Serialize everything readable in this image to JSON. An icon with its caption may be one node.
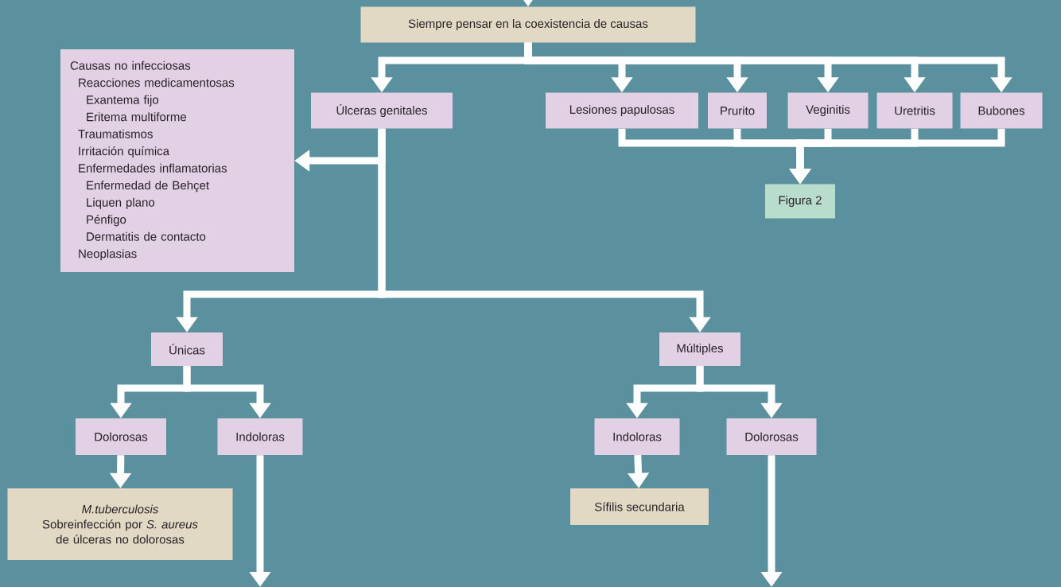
{
  "diagram": {
    "nodes": [
      {
        "text": [
          "Siempre pensar en la coexistencia de causas"
        ]
      },
      {
        "text": [
          "Causas no infecciosas",
          "Reacciones medicamentosas",
          "Exantema fijo",
          "Eritema multiforme",
          "Traumatismos",
          "Irritación química",
          "Enfermedades inflamatorias",
          "Enfermedad de Behçet",
          "Liquen plano",
          "Pénfigo",
          "Dermatitis de contacto",
          "Neoplasias"
        ]
      },
      {
        "text": [
          "Úlceras genitales"
        ]
      },
      {
        "text": [
          "Lesiones papulosas"
        ]
      },
      {
        "text": [
          "Prurito"
        ]
      },
      {
        "text": [
          "Veginitis"
        ]
      },
      {
        "text": [
          "Uretritis"
        ]
      },
      {
        "text": [
          "Bubones"
        ]
      },
      {
        "text": [
          "Figura 2"
        ]
      },
      {
        "text": [
          "Únicas"
        ]
      },
      {
        "text": [
          "Múltiples"
        ]
      },
      {
        "text": [
          "Dolorosas"
        ]
      },
      {
        "text": [
          "Indoloras"
        ]
      },
      {
        "text": [
          "Indoloras"
        ]
      },
      {
        "text": [
          "Dolorosas"
        ]
      },
      {
        "text": [
          "M.tuberculosis",
          "Sobreinfección por *S. aureus* de úlceras no dolorosas"
        ]
      },
      {
        "text": [
          "Sífilis secundaria"
        ]
      }
    ],
    "edges": [
      {
        "from": null,
        "to": 0,
        "arrow": "to"
      },
      {
        "from": 0,
        "to": 2,
        "arrow": "to"
      },
      {
        "from": 0,
        "to": 3,
        "arrow": "to"
      },
      {
        "from": 0,
        "to": 4,
        "arrow": "to"
      },
      {
        "from": 0,
        "to": 5,
        "arrow": "to"
      },
      {
        "from": 0,
        "to": 6,
        "arrow": "to"
      },
      {
        "from": 0,
        "to": 7,
        "arrow": "to"
      },
      {
        "from": 2,
        "to": 1,
        "arrow": "to"
      },
      {
        "from": 2,
        "to": 9,
        "arrow": "to"
      },
      {
        "from": 2,
        "to": 10,
        "arrow": "to"
      },
      {
        "from": 3,
        "to": 8,
        "arrow": "to"
      },
      {
        "from": 4,
        "to": 8,
        "arrow": "to"
      },
      {
        "from": 5,
        "to": 8,
        "arrow": "to"
      },
      {
        "from": 6,
        "to": 8,
        "arrow": "to"
      },
      {
        "from": 7,
        "to": 8,
        "arrow": "to"
      },
      {
        "from": 9,
        "to": 11,
        "arrow": "to"
      },
      {
        "from": 9,
        "to": 12,
        "arrow": "to"
      },
      {
        "from": 11,
        "to": 15,
        "arrow": "to"
      },
      {
        "from": 12,
        "to": null,
        "arrow": "to"
      },
      {
        "from": 10,
        "to": 13,
        "arrow": "to"
      },
      {
        "from": 10,
        "to": 14,
        "arrow": "to"
      },
      {
        "from": 13,
        "to": 16,
        "arrow": "to"
      },
      {
        "from": 14,
        "to": null,
        "arrow": "to"
      }
    ]
  }
}
